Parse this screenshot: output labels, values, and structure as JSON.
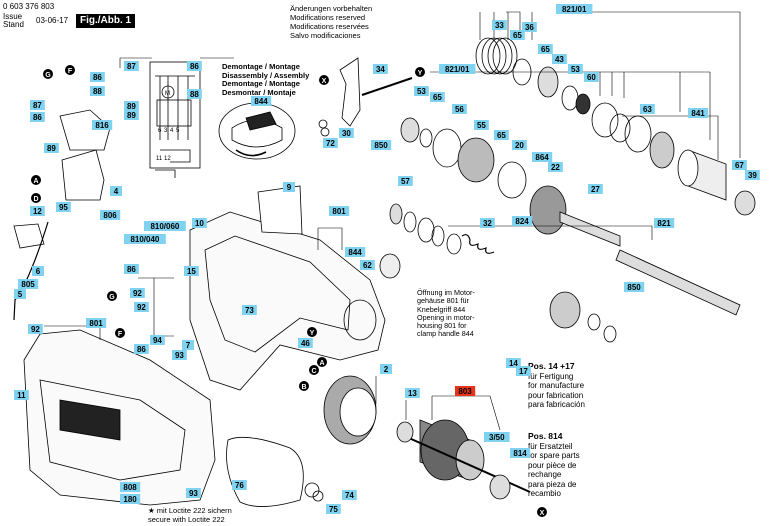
{
  "header": {
    "doc_number": "0 603 376 803",
    "issue_label": "Issue",
    "stand_label": "Stand",
    "date": "03-06-17",
    "fig_label": "Fig./Abb. 1",
    "disclaimer": [
      "Änderungen vorbehalten",
      "Modifications reserved",
      "Modifications reservées",
      "Salvo modificaciones"
    ]
  },
  "notes": {
    "demontage": [
      "Demontage / Montage",
      "Disassembly / Assembly",
      "Demontage / Montage",
      "Desmontar / Montaje"
    ],
    "opening": [
      "Öffnung im Motor-",
      "gehäuse 801 für",
      "Knebelgriff 844",
      "Opening in motor-",
      "housing 801 for",
      "clamp handle 844"
    ],
    "pos1417_title": "Pos. 14 +17",
    "pos1417": [
      "für Fertigung",
      "for manufacture",
      "pour fabrication",
      "para fabricación"
    ],
    "pos814_title": "Pos. 814",
    "pos814": [
      "für Ersatzteil",
      "for spare parts",
      "pour pièce de",
      "rechange",
      "para pieza de",
      "recambio"
    ],
    "loctite": [
      "★ mit Loctite 222 sichern",
      "secure with Loctite 222"
    ]
  },
  "highlight_color": "#e8331c",
  "label_color": "#7fd3f0",
  "labels": [
    {
      "id": "p87a",
      "text": "87"
    },
    {
      "id": "p86a",
      "text": "86"
    },
    {
      "id": "p88a",
      "text": "88"
    },
    {
      "id": "p89a",
      "text": "89"
    },
    {
      "id": "p89b",
      "text": "89"
    },
    {
      "id": "p844a",
      "text": "844"
    },
    {
      "id": "p34",
      "text": "34"
    },
    {
      "id": "p821a",
      "text": "821/01"
    },
    {
      "id": "p821b",
      "text": "821/01"
    },
    {
      "id": "p33",
      "text": "33"
    },
    {
      "id": "p65a",
      "text": "65"
    },
    {
      "id": "p36",
      "text": "36"
    },
    {
      "id": "p65b",
      "text": "65"
    },
    {
      "id": "p43",
      "text": "43"
    },
    {
      "id": "p53a",
      "text": "53"
    },
    {
      "id": "p60",
      "text": "60"
    },
    {
      "id": "p86b",
      "text": "86"
    },
    {
      "id": "p88b",
      "text": "88"
    },
    {
      "id": "p87b",
      "text": "87"
    },
    {
      "id": "p86c",
      "text": "86"
    },
    {
      "id": "p816",
      "text": "816"
    },
    {
      "id": "p89c",
      "text": "89"
    },
    {
      "id": "p4",
      "text": "4"
    },
    {
      "id": "p30",
      "text": "30"
    },
    {
      "id": "p72",
      "text": "72"
    },
    {
      "id": "p53b",
      "text": "53"
    },
    {
      "id": "p65c",
      "text": "65"
    },
    {
      "id": "p56",
      "text": "56"
    },
    {
      "id": "p55",
      "text": "55"
    },
    {
      "id": "p65d",
      "text": "65"
    },
    {
      "id": "p20",
      "text": "20"
    },
    {
      "id": "p63",
      "text": "63"
    },
    {
      "id": "p841",
      "text": "841"
    },
    {
      "id": "p67",
      "text": "67"
    },
    {
      "id": "p39",
      "text": "39"
    },
    {
      "id": "p850a",
      "text": "850"
    },
    {
      "id": "p864",
      "text": "864"
    },
    {
      "id": "p22",
      "text": "22"
    },
    {
      "id": "p57",
      "text": "57"
    },
    {
      "id": "p27",
      "text": "27"
    },
    {
      "id": "p12",
      "text": "12"
    },
    {
      "id": "p95",
      "text": "95"
    },
    {
      "id": "p806",
      "text": "806"
    },
    {
      "id": "p9",
      "text": "9"
    },
    {
      "id": "p801a",
      "text": "801"
    },
    {
      "id": "p810060",
      "text": "810/060"
    },
    {
      "id": "p10",
      "text": "10"
    },
    {
      "id": "p810040",
      "text": "810/040"
    },
    {
      "id": "p32",
      "text": "32"
    },
    {
      "id": "p824",
      "text": "824"
    },
    {
      "id": "p821c",
      "text": "821"
    },
    {
      "id": "p844b",
      "text": "844"
    },
    {
      "id": "p62",
      "text": "62"
    },
    {
      "id": "p6",
      "text": "6"
    },
    {
      "id": "p805",
      "text": "805"
    },
    {
      "id": "p5",
      "text": "5"
    },
    {
      "id": "p86d",
      "text": "86"
    },
    {
      "id": "p15",
      "text": "15"
    },
    {
      "id": "p92a",
      "text": "92"
    },
    {
      "id": "p850b",
      "text": "850"
    },
    {
      "id": "p92b",
      "text": "92"
    },
    {
      "id": "p73",
      "text": "73"
    },
    {
      "id": "p801b",
      "text": "801"
    },
    {
      "id": "p92c",
      "text": "92"
    },
    {
      "id": "p86e",
      "text": "86"
    },
    {
      "id": "p94",
      "text": "94"
    },
    {
      "id": "p7",
      "text": "7"
    },
    {
      "id": "p93a",
      "text": "93"
    },
    {
      "id": "p46",
      "text": "46"
    },
    {
      "id": "p11",
      "text": "11"
    },
    {
      "id": "p2",
      "text": "2"
    },
    {
      "id": "p14",
      "text": "14"
    },
    {
      "id": "p17",
      "text": "17"
    },
    {
      "id": "p13",
      "text": "13"
    },
    {
      "id": "p803",
      "text": "803"
    },
    {
      "id": "p350",
      "text": "3/50"
    },
    {
      "id": "p814",
      "text": "814"
    },
    {
      "id": "p76",
      "text": "76"
    },
    {
      "id": "p74",
      "text": "74"
    },
    {
      "id": "p808",
      "text": "808"
    },
    {
      "id": "p180",
      "text": "180"
    },
    {
      "id": "p93b",
      "text": "93"
    },
    {
      "id": "p75",
      "text": "75"
    }
  ],
  "markers": [
    {
      "id": "mGtop",
      "text": "G"
    },
    {
      "id": "mFtop",
      "text": "F"
    },
    {
      "id": "mXtop",
      "text": "X"
    },
    {
      "id": "mYtop",
      "text": "Y"
    },
    {
      "id": "mA1",
      "text": "A"
    },
    {
      "id": "mD1",
      "text": "D"
    },
    {
      "id": "mG2",
      "text": "G"
    },
    {
      "id": "mF2",
      "text": "F"
    },
    {
      "id": "mC1",
      "text": "C"
    },
    {
      "id": "mA2",
      "text": "A"
    },
    {
      "id": "mB1",
      "text": "B"
    },
    {
      "id": "mY2",
      "text": "Y"
    },
    {
      "id": "mX2",
      "text": "X"
    }
  ],
  "schematic": {
    "labels": [
      "M",
      "6",
      "3",
      "4",
      "5",
      "11",
      "12"
    ]
  }
}
